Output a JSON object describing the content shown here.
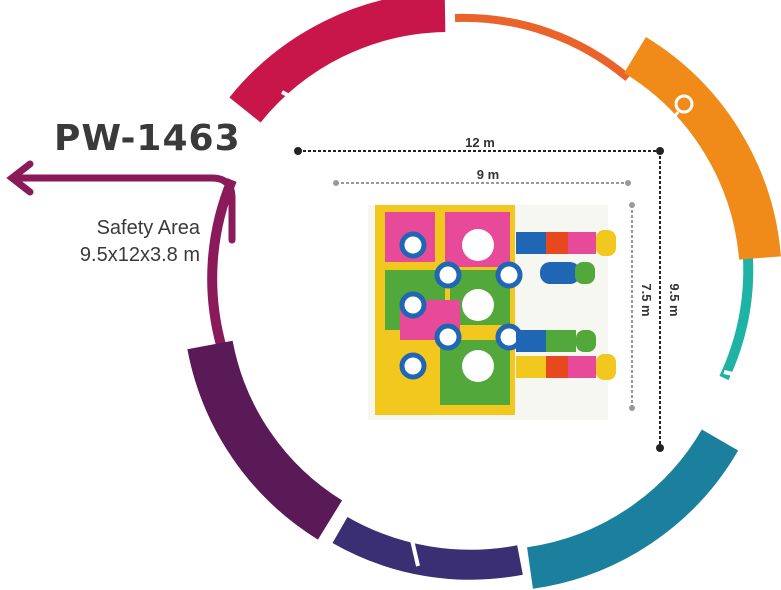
{
  "product": {
    "code": "PW-1463",
    "safety_label": "Safety Area",
    "safety_dims": "9.5x12x3.8 m"
  },
  "dimensions": {
    "outer_width": "12 m",
    "inner_width": "9 m",
    "outer_depth": "9.5 m",
    "inner_depth": "7.5 m"
  },
  "ring_colors": {
    "red": "#c8164a",
    "orange_light": "#e9632b",
    "orange": "#f08b1a",
    "teal": "#1eb3a5",
    "blue": "#1b7f9e",
    "indigo": "#3a2f73",
    "purple": "#5a1a57",
    "magenta": "#8a1a5a"
  },
  "icons": [
    "arrow-left-icon",
    "search-icon"
  ]
}
